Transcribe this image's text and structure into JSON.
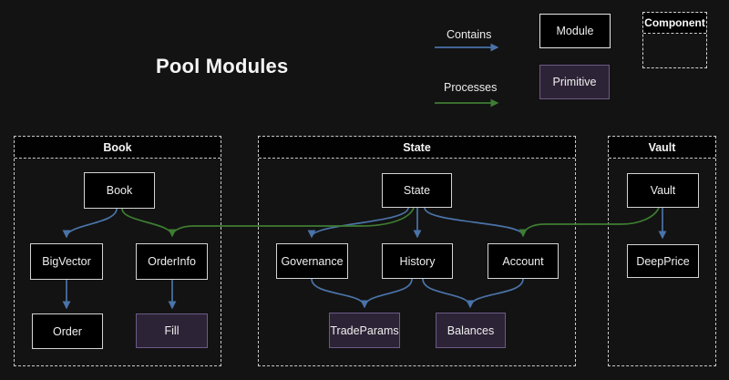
{
  "page": {
    "title": "Pool Modules"
  },
  "legend": {
    "contains_label": "Contains",
    "processes_label": "Processes",
    "module_label": "Module",
    "primitive_label": "Primitive",
    "component_label": "Component"
  },
  "colors": {
    "background": "#131313",
    "contains_arrow_blue": "#4a73a8",
    "processes_arrow_green": "#3e7d32",
    "module_fill": "#000000",
    "module_border": "#d4d4d4",
    "primitive_fill": "#2d2336",
    "primitive_border": "#6c5a86",
    "container_dash": "#c9c9c9"
  },
  "containers": [
    {
      "title": "Book",
      "nodes": [
        {
          "label": "Book",
          "type": "module"
        },
        {
          "label": "BigVector",
          "type": "module"
        },
        {
          "label": "OrderInfo",
          "type": "module"
        },
        {
          "label": "Order",
          "type": "module"
        },
        {
          "label": "Fill",
          "type": "primitive"
        }
      ]
    },
    {
      "title": "State",
      "nodes": [
        {
          "label": "State",
          "type": "module"
        },
        {
          "label": "Governance",
          "type": "module"
        },
        {
          "label": "History",
          "type": "module"
        },
        {
          "label": "Account",
          "type": "module"
        },
        {
          "label": "TradeParams",
          "type": "primitive"
        },
        {
          "label": "Balances",
          "type": "primitive"
        }
      ]
    },
    {
      "title": "Vault",
      "nodes": [
        {
          "label": "Vault",
          "type": "module"
        },
        {
          "label": "DeepPrice",
          "type": "module"
        }
      ]
    }
  ],
  "edges": [
    {
      "from": "Book",
      "to": "BigVector",
      "type": "contains"
    },
    {
      "from": "BigVector",
      "to": "Order",
      "type": "contains"
    },
    {
      "from": "OrderInfo",
      "to": "Fill",
      "type": "contains"
    },
    {
      "from": "State",
      "to": "Governance",
      "type": "contains"
    },
    {
      "from": "State",
      "to": "History",
      "type": "contains"
    },
    {
      "from": "State",
      "to": "Account",
      "type": "contains"
    },
    {
      "from": "Governance",
      "to": "TradeParams",
      "type": "contains"
    },
    {
      "from": "History",
      "to": "TradeParams",
      "type": "contains"
    },
    {
      "from": "History",
      "to": "Balances",
      "type": "contains"
    },
    {
      "from": "Account",
      "to": "Balances",
      "type": "contains"
    },
    {
      "from": "Vault",
      "to": "DeepPrice",
      "type": "contains"
    },
    {
      "from": "Book",
      "to": "OrderInfo",
      "type": "processes"
    },
    {
      "from": "State",
      "to": "OrderInfo",
      "type": "processes"
    },
    {
      "from": "Vault",
      "to": "Account",
      "type": "processes"
    }
  ]
}
